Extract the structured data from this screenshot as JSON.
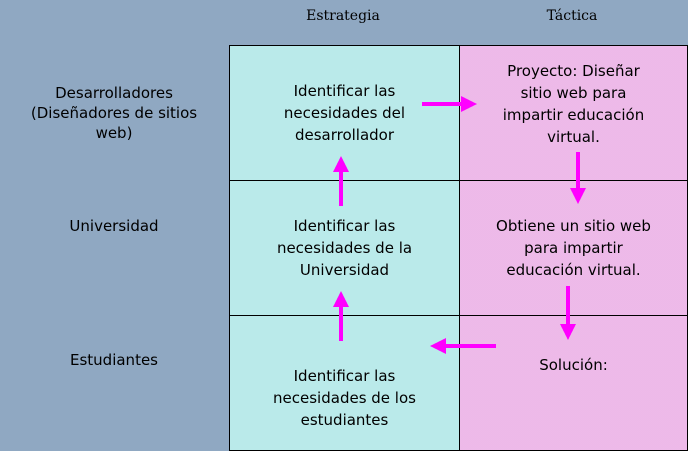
{
  "headers": {
    "strategy": "Estrategia",
    "tactic": "Táctica"
  },
  "rows": [
    {
      "label": "Desarrolladores\n(Diseñadores de sitios\nweb)",
      "strategy": "Identificar las\nnecesidades del\ndesarrollador",
      "tactic": "Proyecto: Diseñar\nsitio web para\nimpartir educación\nvirtual."
    },
    {
      "label": "Universidad",
      "strategy": "Identificar las\nnecesidades de la\nUniversidad",
      "tactic": "Obtiene un sitio web\npara impartir\neducación virtual."
    },
    {
      "label": "Estudiantes",
      "strategy": "Identificar las\nnecesidades de los\nestudiantes",
      "tactic": "Solución:"
    }
  ],
  "colors": {
    "strategy_bg": "#c8f2f2",
    "tactic_bg": "#f6c8f2",
    "arrow": "#ff00ff",
    "background": "#9cb4cc"
  }
}
